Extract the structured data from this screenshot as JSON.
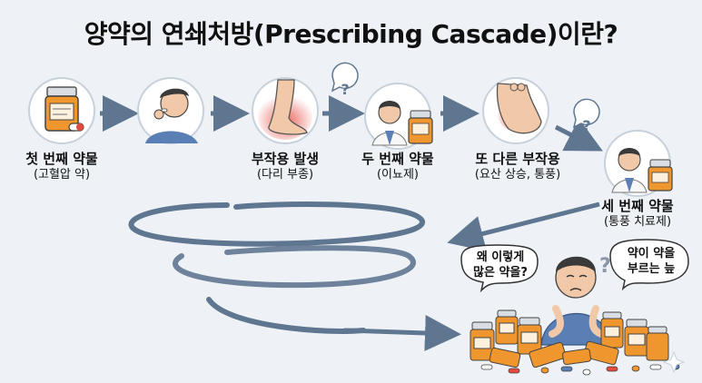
{
  "title": "양약의 연쇄처방(Prescribing Cascade)이란?",
  "steps": [
    {
      "label": "첫 번째 약물",
      "sub": "(고혈압 약)"
    },
    {
      "label": "부작용 발생",
      "sub": "(다리 부종)"
    },
    {
      "label": "두 번째 약물",
      "sub": "(이뇨제)"
    },
    {
      "label": "또 다른 부작용",
      "sub": "(요산 상승, 통풍)"
    },
    {
      "label": "세 번째 약물",
      "sub": "(통풍 치료제)"
    }
  ],
  "bubbles": {
    "left": [
      "왜 이렇게",
      "많은 약을?"
    ],
    "right": [
      "약이 약을",
      "부르는 늪"
    ]
  },
  "icons": {
    "question": "?"
  },
  "colors": {
    "background": "#eef2f6",
    "arrow": "#5f7691",
    "pill_orange": "#f0962e",
    "swelling_red": "#e5483f",
    "shirt_blue": "#5a7fb5"
  }
}
